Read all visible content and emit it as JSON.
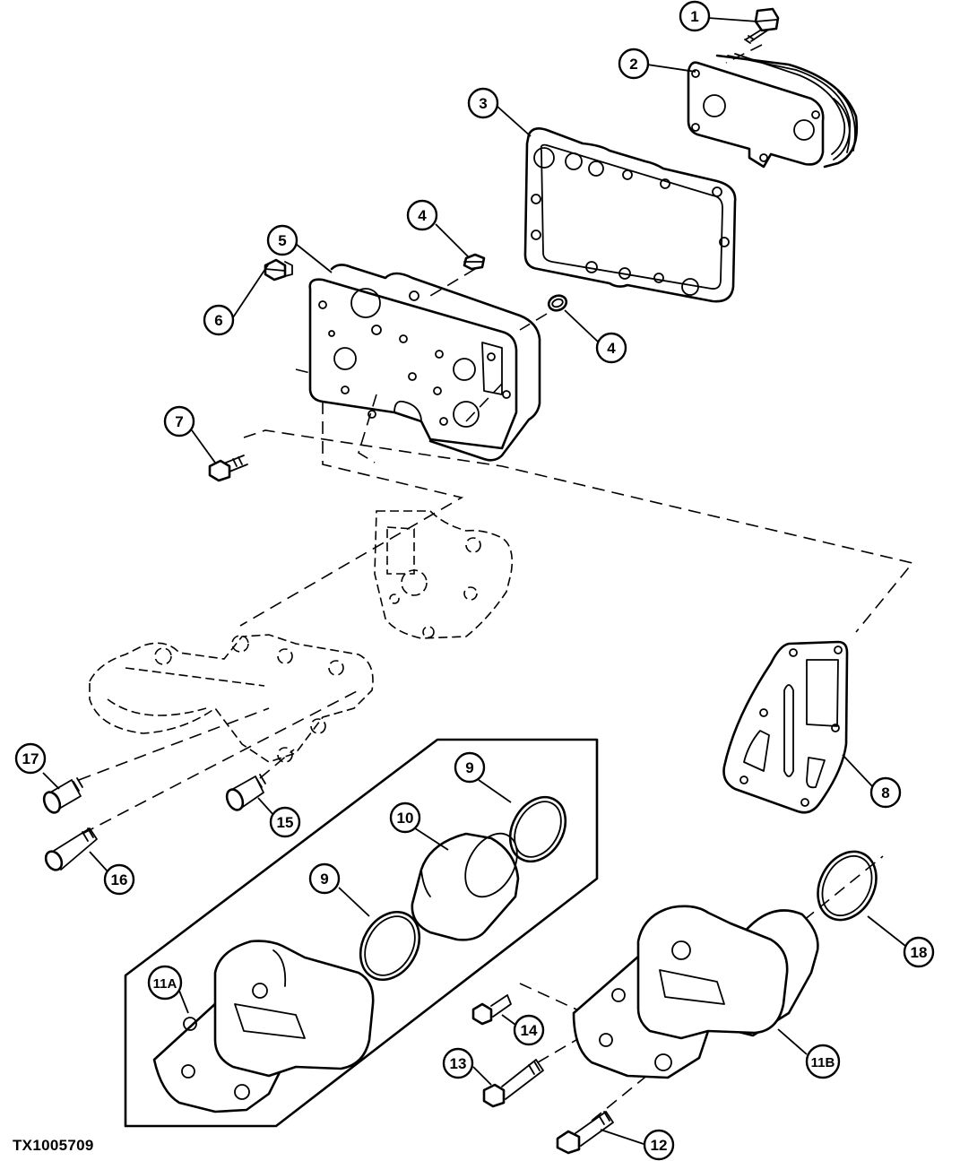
{
  "figure_id": "TX1005709",
  "callouts": {
    "c1": "1",
    "c2": "2",
    "c3": "3",
    "c4a": "4",
    "c4b": "4",
    "c5": "5",
    "c6": "6",
    "c7": "7",
    "c8": "8",
    "c9a": "9",
    "c9b": "9",
    "c10": "10",
    "c11a": "11A",
    "c11b": "11B",
    "c12": "12",
    "c13": "13",
    "c14": "14",
    "c15": "15",
    "c16": "16",
    "c17": "17",
    "c18": "18"
  },
  "colors": {
    "line": "#000000",
    "background": "#ffffff"
  }
}
